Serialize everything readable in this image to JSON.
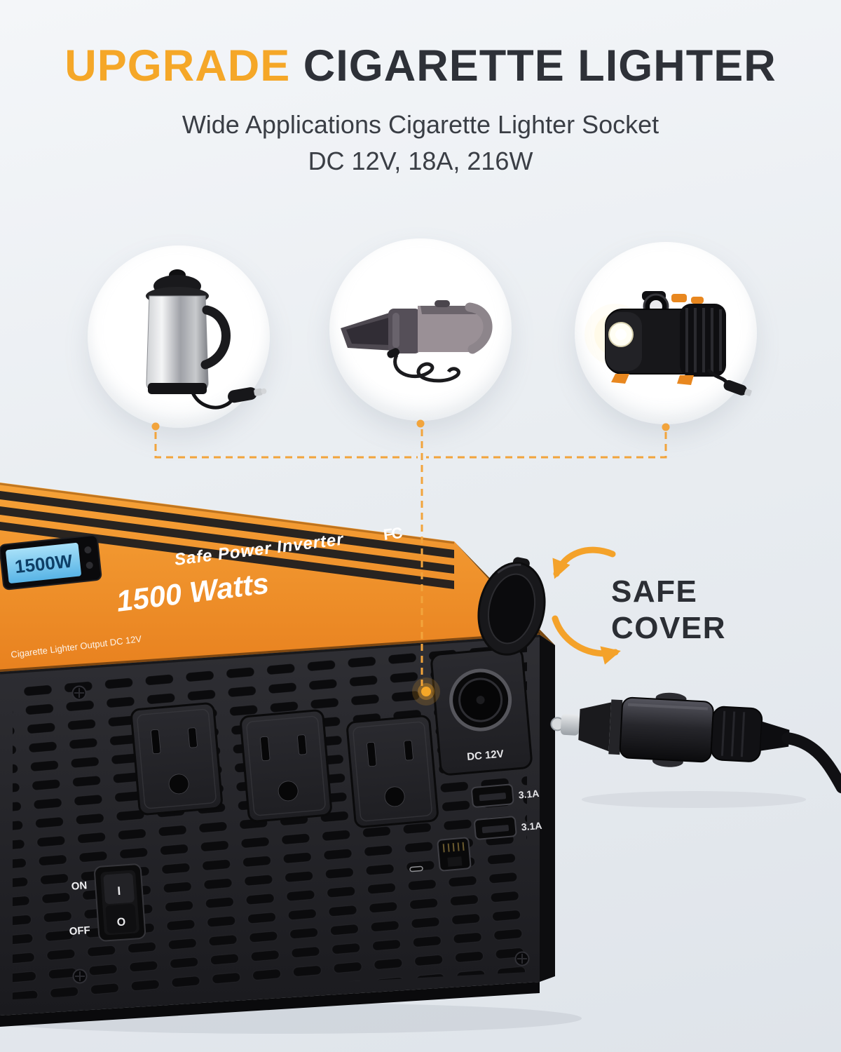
{
  "header": {
    "title_highlight": "UPGRADE",
    "title_rest": " CIGARETTE LIGHTER",
    "subtitle_line1": "Wide Applications Cigarette Lighter Socket",
    "subtitle_line2": "DC 12V, 18A, 216W"
  },
  "callout": {
    "line1": "SAFE",
    "line2": "COVER"
  },
  "inverter": {
    "brand": "Safe Power Inverter",
    "cert": "FC",
    "watts": "1500 Watts",
    "lcd": "1500W",
    "note": "Cigarette Lighter Output DC 12V",
    "socket_label": "DC 12V",
    "usb_labels": [
      "3.1A",
      "3.1A"
    ],
    "switch_on": "ON",
    "switch_off": "OFF",
    "switch_i": "I",
    "switch_o": "O"
  },
  "products": [
    {
      "name": "electric-kettle"
    },
    {
      "name": "handheld-vacuum"
    },
    {
      "name": "tire-inflator"
    }
  ],
  "colors": {
    "accent": "#F5A728",
    "title_dark": "#2E3138",
    "orange_band": "#EE8C26"
  }
}
